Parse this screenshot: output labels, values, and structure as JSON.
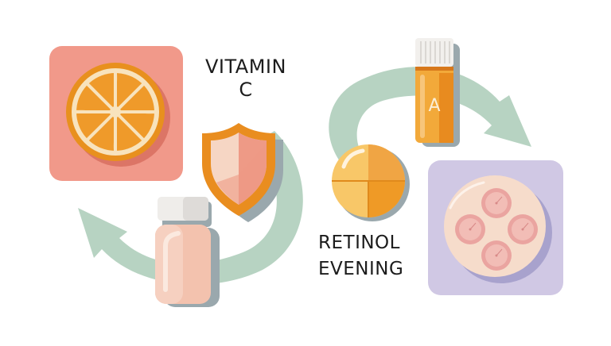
{
  "labels": {
    "vitamin_c": {
      "line1": "VITAMIN",
      "line2": "C"
    },
    "retinol": {
      "line1": "RETINOL",
      "line2": "EVENING"
    },
    "vial_letter": "A"
  },
  "icons": [
    "orange-slice-icon",
    "shield-icon",
    "serum-bottle-icon",
    "cycle-arrow-left-icon",
    "cycle-arrow-right-icon",
    "retinol-vial-icon",
    "capsule-pill-icon",
    "skin-cells-dish-icon"
  ],
  "colors": {
    "arrow": "#b7d3c2",
    "orange_tile": "#f1998a",
    "orange_rind": "#e8901e",
    "orange_pith": "#f8e3bd",
    "orange_segment": "#ef9a2a",
    "shield_rim": "#e98d1f",
    "shield_light": "#f6d6c4",
    "shield_dark": "#ee9a86",
    "bottle_cap": "#efedea",
    "bottle_body": "#f3c2ae",
    "vial_cap": "#f2f0ed",
    "vial_body": "#f2a93a",
    "pill_light": "#f8c768",
    "pill_dark": "#ef9a26",
    "purple_tile": "#d0c8e4",
    "dish": "#f6dccb",
    "cell": "#eaa4a0",
    "shadow": "#9aa8ad",
    "text": "#1c1c1c"
  }
}
